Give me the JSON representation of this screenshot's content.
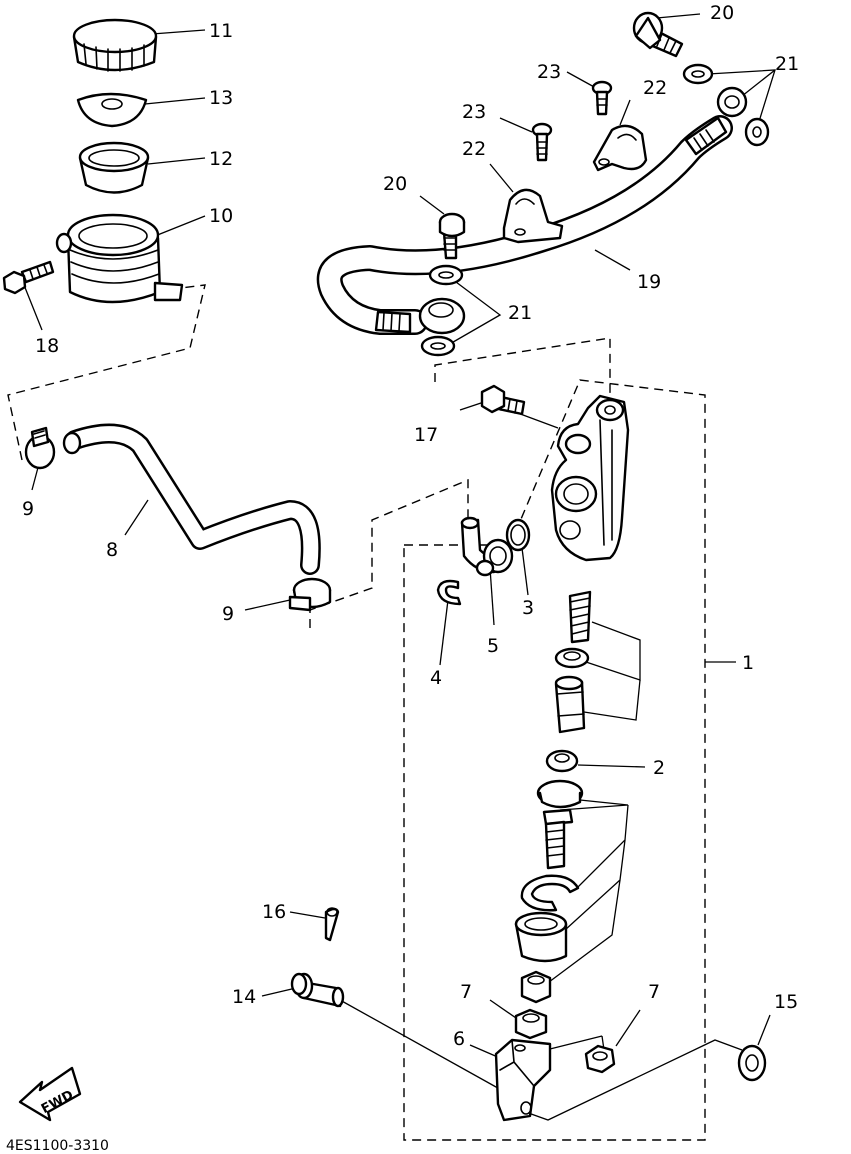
{
  "drawing_code": "4ES1100-3310",
  "fwd_label": "FWD",
  "callouts": {
    "c1": "1",
    "c2": "2",
    "c3": "3",
    "c4": "4",
    "c5": "5",
    "c6": "6",
    "c7a": "7",
    "c7b": "7",
    "c8": "8",
    "c9a": "9",
    "c9b": "9",
    "c10": "10",
    "c11": "11",
    "c12": "12",
    "c13": "13",
    "c14": "14",
    "c15": "15",
    "c16": "16",
    "c17": "17",
    "c18": "18",
    "c19": "19",
    "c20a": "20",
    "c20b": "20",
    "c21a": "21",
    "c21b": "21",
    "c22a": "22",
    "c22b": "22",
    "c23a": "23",
    "c23b": "23"
  }
}
